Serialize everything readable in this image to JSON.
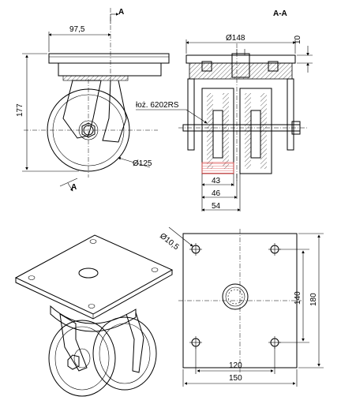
{
  "side_view": {
    "dim_offset": "97,5",
    "dim_height": "177",
    "dim_wheel_diameter": "Ø125",
    "section_mark": "A"
  },
  "section_view": {
    "title": "A-A",
    "dim_plate_diameter": "Ø148",
    "dim_plate_thickness": "10",
    "bearing_label": "łoż. 6202RS",
    "dim_tread_width": "43",
    "dim_hub_width": "46",
    "dim_overall_width": "54"
  },
  "plate_view": {
    "dim_hole_diameter": "Ø10,5",
    "dim_hole_spacing_vertical": "140",
    "dim_plate_height": "180",
    "dim_hole_spacing_horizontal": "120",
    "dim_plate_width": "150"
  },
  "colors": {
    "line": "#000000",
    "hatch_highlight": "#e05050"
  }
}
